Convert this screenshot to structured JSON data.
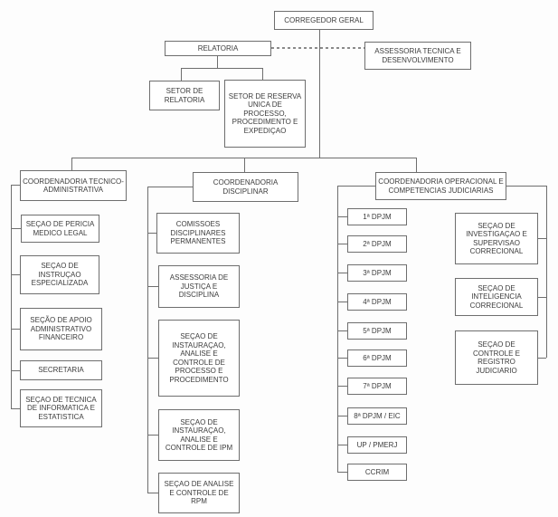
{
  "org": {
    "root": "CORREGEDOR GERAL",
    "assessoria": "ASSESSORIA TECNICA E DESENVOLVIMENTO",
    "relatoria": {
      "label": "RELATORIA",
      "children": [
        "SETOR DE RELATORIA",
        "SETOR DE RESERVA UNICA DE PROCESSO, PROCEDIMENTO E EXPEDIÇAO"
      ]
    },
    "coordenadorias": {
      "tecnico_administrativa": {
        "header": "COORDENADORIA TECNICO-ADMINISTRATIVA",
        "children": [
          "SEÇAO DE PERICIA MEDICO LEGAL",
          "SEÇAO DE INSTRUÇAO ESPECIALIZADA",
          "SEÇÃO DE APOIO ADMINISTRATIVO FINANCEIRO",
          "SECRETARIA",
          "SEÇAO DE TECNICA DE INFORMATICA E ESTATISTICA"
        ]
      },
      "disciplinar": {
        "header": "COORDENADORIA DISCIPLINAR",
        "children": [
          "COMISSOES DISCIPLINARES PERMANENTES",
          "ASSESSORIA DE JUSTIÇA E DISCIPLINA",
          "SEÇAO DE INSTAURAÇAO, ANALISE E CONTROLE DE PROCESSO E PROCEDIMENTO",
          "SEÇAO DE INSTAURAÇAO, ANALISE E CONTROLE DE IPM",
          "SEÇAO DE ANALISE E CONTROLE DE RPM"
        ]
      },
      "operacional": {
        "header": "COORDENADORIA OPERACIONAL E COMPETENCIAS JUDICIARIAS",
        "delegacias": [
          "1ª DPJM",
          "2ª DPJM",
          "3ª DPJM",
          "4ª DPJM",
          "5ª DPJM",
          "6ª DPJM",
          "7ª DPJM",
          "8ª DPJM / EIC",
          "UP / PMERJ",
          "CCRIM"
        ],
        "secoes": [
          "SEÇAO DE INVESTIGAÇAO E SUPERVISAO CORRECIONAL",
          "SEÇAO DE INTELIGENCIA CORRECIONAL",
          "SEÇAO DE CONTROLE E REGISTRO JUDICIARIO"
        ]
      }
    },
    "style": {
      "line_color": "#6e6e6e",
      "box_border_color": "#6e6e6e",
      "text_color": "#3c3c3c",
      "background_color": "#fdfdfd"
    }
  }
}
